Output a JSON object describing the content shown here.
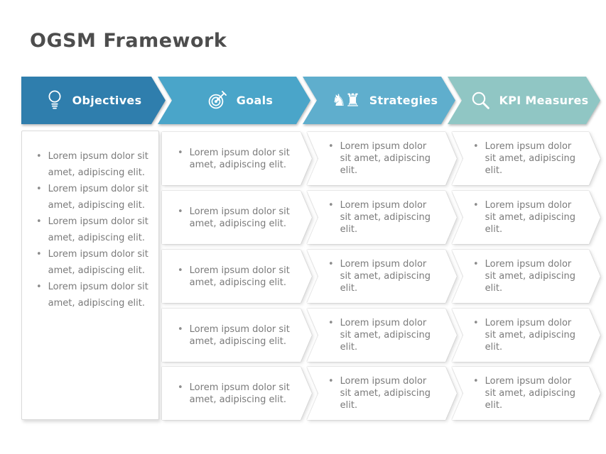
{
  "title": "OGSM Framework",
  "bullet": "•",
  "colors": {
    "objectives": "#2F7EAD",
    "goals": "#4AA5C9",
    "strategies": "#5FAECD",
    "kpi_measures": "#90C6C4",
    "title_text": "#4D4D4D",
    "body_text": "#7A7A7A"
  },
  "columns": [
    {
      "id": "objectives",
      "label": "Objectives",
      "icon": "lightbulb-icon",
      "items": [
        "Lorem ipsum dolor sit amet, adipiscing elit.",
        "Lorem ipsum dolor sit amet, adipiscing elit.",
        "Lorem ipsum dolor sit amet, adipiscing elit.",
        "Lorem ipsum dolor sit amet, adipiscing elit.",
        "Lorem ipsum dolor sit amet, adipiscing elit."
      ]
    },
    {
      "id": "goals",
      "label": "Goals",
      "icon": "target-arrow-icon",
      "items": [
        "Lorem ipsum dolor sit amet, adipiscing elit.",
        "Lorem ipsum dolor sit amet, adipiscing elit.",
        "Lorem ipsum dolor sit amet, adipiscing elit.",
        "Lorem ipsum dolor sit amet, adipiscing elit.",
        "Lorem ipsum dolor sit amet, adipiscing elit."
      ]
    },
    {
      "id": "strategies",
      "label": "Strategies",
      "icon": "chess-pieces-icon",
      "glyphs": {
        "knight": "♞",
        "rook": "♜"
      },
      "items": [
        "Lorem ipsum dolor sit amet, adipiscing elit.",
        "Lorem ipsum dolor sit amet, adipiscing elit.",
        "Lorem ipsum dolor sit amet, adipiscing elit.",
        "Lorem ipsum dolor sit amet, adipiscing elit.",
        "Lorem ipsum dolor sit amet, adipiscing elit."
      ]
    },
    {
      "id": "kpi_measures",
      "label": "KPI Measures",
      "icon": "magnifier-icon",
      "items": [
        "Lorem ipsum dolor sit amet, adipiscing elit.",
        "Lorem ipsum dolor sit amet, adipiscing elit.",
        "Lorem ipsum dolor sit amet, adipiscing elit.",
        "Lorem ipsum dolor sit amet, adipiscing elit.",
        "Lorem ipsum dolor sit amet, adipiscing elit."
      ]
    }
  ]
}
